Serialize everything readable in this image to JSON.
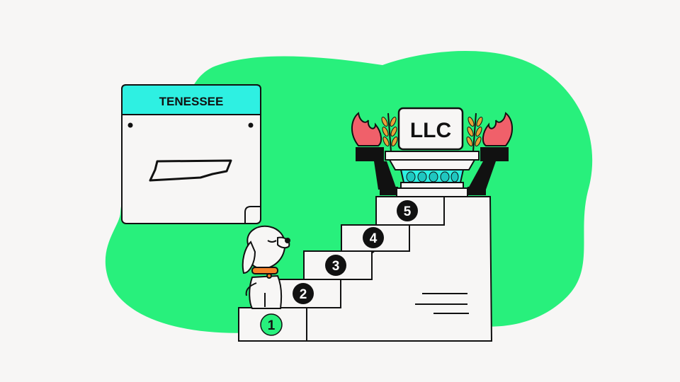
{
  "calendar": {
    "title": "TENESSEE",
    "header_color": "#2ef0e2"
  },
  "trophy": {
    "label": "LLC"
  },
  "steps": [
    {
      "number": "1",
      "active": true
    },
    {
      "number": "2",
      "active": false
    },
    {
      "number": "3",
      "active": false
    },
    {
      "number": "4",
      "active": false
    },
    {
      "number": "5",
      "active": false
    }
  ],
  "colors": {
    "background": "#f7f6f5",
    "blob": "#28f07c",
    "flame": "#f0606a",
    "wheat": "#e8a23a",
    "collar": "#f5822a",
    "active_step_badge": "#28f07c"
  },
  "icons": [
    "calendar-icon",
    "tennessee-map-icon",
    "dog-icon",
    "torch-icon",
    "wheat-icon",
    "trophy-pedestal-icon"
  ]
}
